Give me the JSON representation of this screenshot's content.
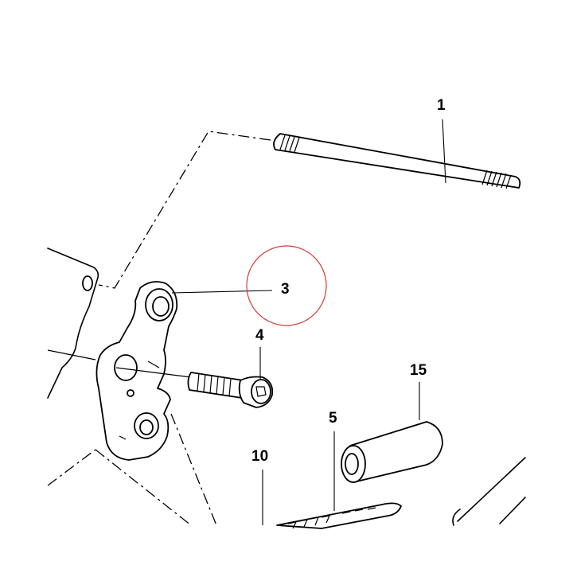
{
  "callouts": {
    "part_1": "1",
    "part_3": "3",
    "part_4": "4",
    "part_5": "5",
    "part_10": "10",
    "part_15": "15"
  },
  "highlight": {
    "target": "3",
    "color": "#d33a3a"
  }
}
